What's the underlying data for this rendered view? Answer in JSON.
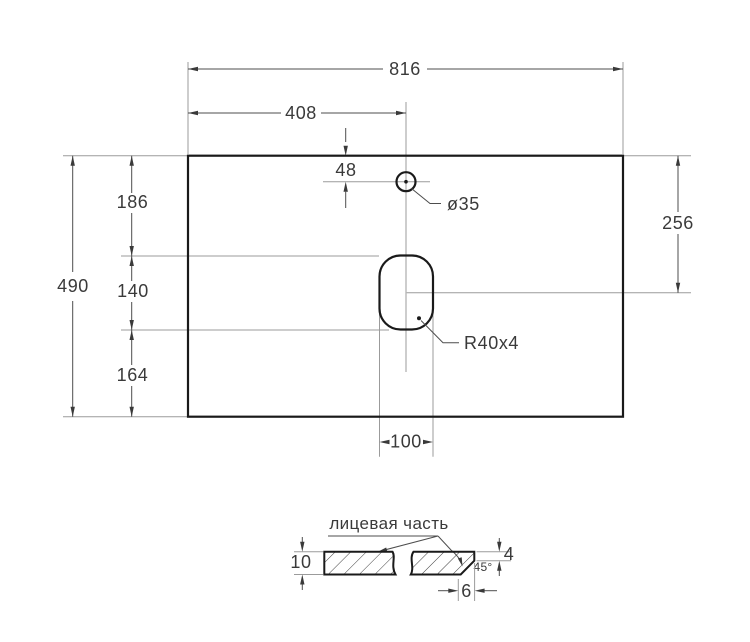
{
  "figure": {
    "type": "technical-drawing-countertop",
    "plan_view": {
      "dim_width_total": "816",
      "dim_width_to_center": "408",
      "dim_hole_offset": "48",
      "hole_diameter_label": "ø35",
      "dim_height_total": "490",
      "dim_top_to_cutout": "186",
      "dim_cutout_height": "140",
      "dim_cutout_to_bottom": "164",
      "dim_top_to_cutout_center": "256",
      "cutout_radius_label": "R40x4",
      "dim_cutout_width": "100"
    },
    "section_view": {
      "face_note": "лицевая часть",
      "dim_thickness": "10",
      "dim_front_face": "4",
      "chamfer_angle_label": "45°",
      "dim_chamfer_width": "6"
    },
    "colors": {
      "background": "#ffffff",
      "outline": "#1a1a1a",
      "dimension_lines": "#4d4d4d",
      "extension_lines": "#9b9b9b",
      "text": "#3a3a3a"
    }
  }
}
